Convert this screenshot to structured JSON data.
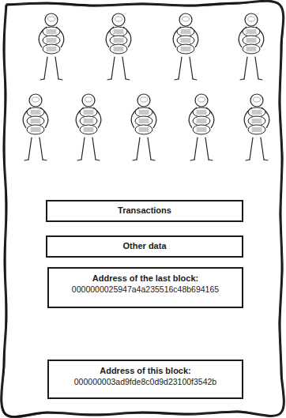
{
  "diagram": {
    "nodes": [
      {
        "text": [
          "Transactions"
        ]
      },
      {
        "text": [
          "Other data"
        ]
      },
      {
        "text": [
          "Address of the last block:",
          "0000000025947a4a235516c48b694165"
        ]
      },
      {
        "text": [
          "Address of this block:",
          "000000003ad9fde8c0d9d23100f3542b"
        ]
      }
    ]
  }
}
